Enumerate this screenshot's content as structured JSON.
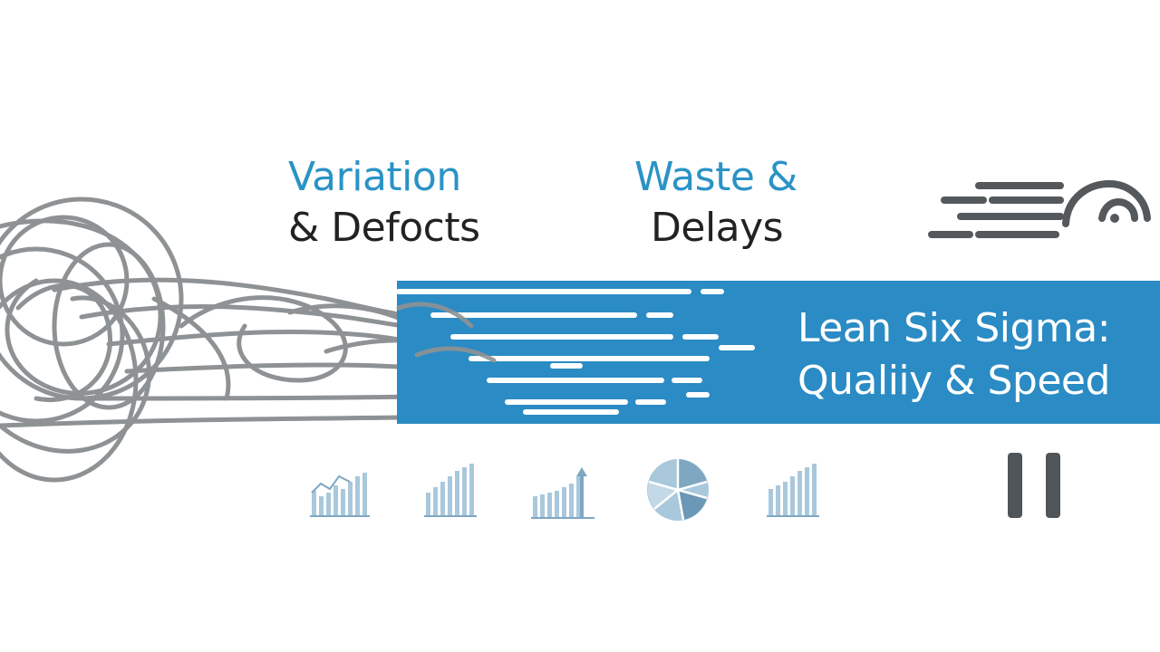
{
  "labels": {
    "variation_line1": "Variation",
    "variation_line2": "& Defocts",
    "waste_line1": "Waste &",
    "waste_line2": "Delays"
  },
  "banner": {
    "line1": "Lean Six Sigma:",
    "line2": "Qualiiy & Speed"
  },
  "colors": {
    "accent_blue": "#2b8bc4",
    "label_blue": "#2a93c6",
    "line_gray": "#8e9294",
    "dark_text": "#222222",
    "icon_blue_light": "#9fc4dc"
  },
  "icons": [
    "bar-chart-icon",
    "bar-chart-icon",
    "rising-bar-chart-icon",
    "pie-chart-icon",
    "bar-chart-icon",
    "speed-lines-icon",
    "pause-icon"
  ]
}
